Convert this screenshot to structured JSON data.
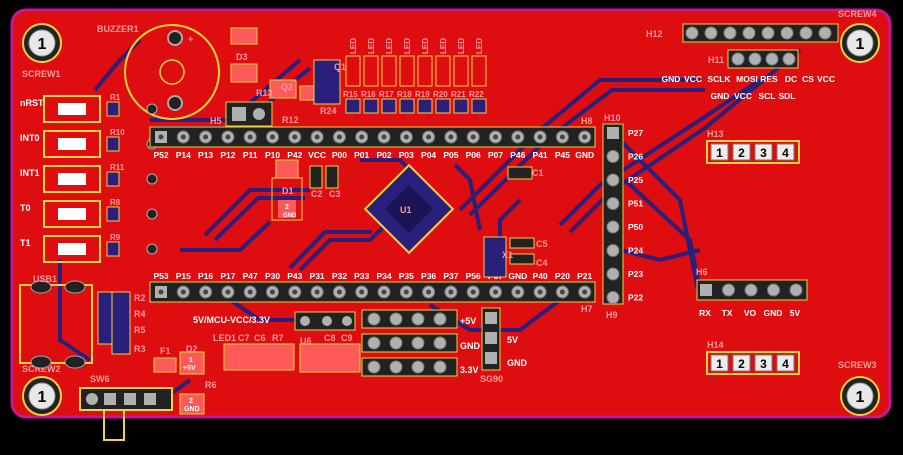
{
  "colors": {
    "background": "#000000",
    "board": "#dd0d10",
    "board_edge": "#c8179a",
    "copper_bottom": "#2a1f7a",
    "silkscreen": "#f2d43c",
    "pad_gray": "#b0b0b0",
    "pad_dark": "#222222",
    "text_white": "#ffffff",
    "label_pink": "#ff9a9a"
  },
  "screws": [
    "SCREW1",
    "SCREW2",
    "SCREW3",
    "SCREW4"
  ],
  "buzzer": {
    "ref": "BUZZER1",
    "plus": "+"
  },
  "refs": {
    "D3": "D3",
    "Q1": "Q1",
    "Q2": "Q2",
    "R13": "R13",
    "R12": "R12",
    "R24": "R24",
    "H5": "H5",
    "H8": "H8",
    "H10": "H10",
    "H9": "H9",
    "H7": "H7",
    "H6": "H6",
    "H11": "H11",
    "H12": "H12",
    "H13": "H13",
    "H14": "H14",
    "U1": "U1",
    "C1": "C1",
    "C2": "C2",
    "C3": "C3",
    "C4": "C4",
    "C5": "C5",
    "X1": "X1",
    "D1": "D1",
    "D2": "D2",
    "F1": "F1",
    "USB1": "USB1",
    "SW6": "SW6",
    "SG90": "SG90",
    "U6": "U6",
    "R6": "R6",
    "R1": "R1",
    "R10": "R10",
    "R11": "R11",
    "R8": "R8",
    "R9": "R9",
    "R2": "R2",
    "R4": "R4",
    "R5": "R5",
    "R3": "R3",
    "LED1": "LED1",
    "C7": "C7",
    "C6": "C6",
    "R7": "R7",
    "C8": "C8",
    "C9": "C9"
  },
  "buttons": [
    "nRST",
    "INT0",
    "INT1",
    "T0",
    "T1"
  ],
  "led_labels": [
    "LED",
    "LED",
    "LED",
    "LED",
    "LED",
    "LED",
    "LED",
    "LED"
  ],
  "led_resistors": [
    "R15",
    "R16",
    "R17",
    "R18",
    "R19",
    "R20",
    "R21",
    "R22"
  ],
  "top_header_pins": [
    "P52",
    "P14",
    "P13",
    "P12",
    "P11",
    "P10",
    "P42",
    "VCC",
    "P00",
    "P01",
    "P02",
    "P03",
    "P04",
    "P05",
    "P06",
    "P07",
    "P46",
    "P41",
    "P45",
    "GND"
  ],
  "bottom_header_pins": [
    "P53",
    "P15",
    "P16",
    "P17",
    "P47",
    "P30",
    "P43",
    "P31",
    "P32",
    "P33",
    "P34",
    "P35",
    "P36",
    "P37",
    "P56",
    "P57",
    "GND",
    "P40",
    "P20",
    "P21"
  ],
  "right_header_pins": [
    "P27",
    "P26",
    "P25",
    "P51",
    "P50",
    "P24",
    "P23",
    "P22"
  ],
  "h12_labels": [
    "GND",
    "VCC",
    "SCLK",
    "MOSI",
    "RES",
    "DC",
    "CS",
    "VCC"
  ],
  "h11_labels": [
    "GND",
    "VCC",
    "SCL",
    "SDL"
  ],
  "h6_labels": [
    "RX",
    "TX",
    "VO",
    "GND",
    "5V"
  ],
  "h13_pins": [
    "1",
    "2",
    "3",
    "4"
  ],
  "h14_pins": [
    "1",
    "2",
    "3",
    "4"
  ],
  "power_labels": {
    "select": "5V/MCU-VCC/3.3V",
    "plus5v": "+5V",
    "gnd": "GND",
    "v33": "3.3V",
    "sg_5v": "5V",
    "sg_gnd": "GND"
  },
  "pad_numbers": {
    "one": "1",
    "two": "2",
    "plus5v": "+5V",
    "gnd": "GND"
  }
}
